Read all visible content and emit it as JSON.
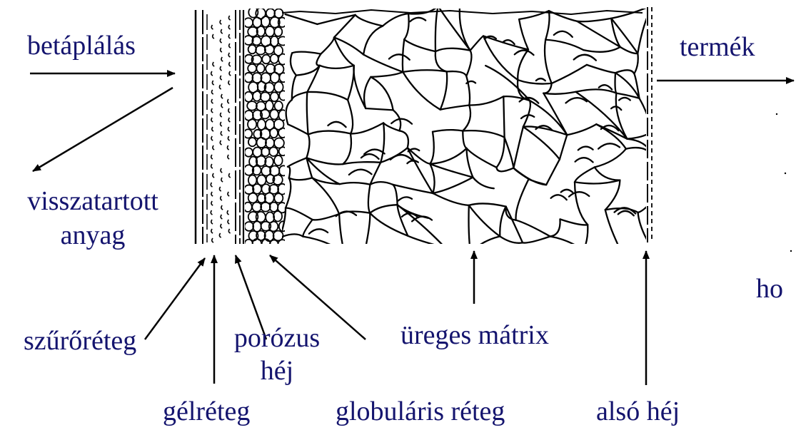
{
  "colors": {
    "label": "#14146e",
    "stroke": "#000000"
  },
  "labels": {
    "feed": "betáplálás",
    "product": "termék",
    "retained_1": "visszatartott",
    "retained_2": "anyag",
    "filter_layer": "szűrőréteg",
    "porous_shell_1": "porózus",
    "porous_shell_2": "héj",
    "hollow_matrix": "üreges mátrix",
    "gel_layer": "gélréteg",
    "globular_layer": "globuláris réteg",
    "bottom_shell": "alsó héj",
    "cut_off": "ho"
  }
}
